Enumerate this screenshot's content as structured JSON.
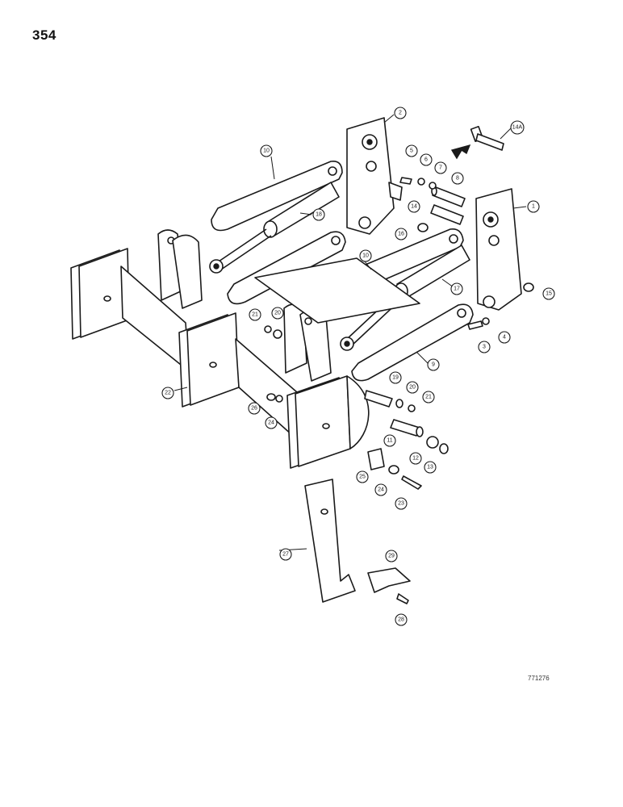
{
  "page_number": "354",
  "drawing_code": "771276",
  "callouts": [
    {
      "id": "c1",
      "label": "1"
    },
    {
      "id": "c2",
      "label": "2"
    },
    {
      "id": "c3",
      "label": "3"
    },
    {
      "id": "c4",
      "label": "4"
    },
    {
      "id": "c5",
      "label": "5"
    },
    {
      "id": "c6",
      "label": "6"
    },
    {
      "id": "c7",
      "label": "7"
    },
    {
      "id": "c8",
      "label": "8"
    },
    {
      "id": "c9",
      "label": "9"
    },
    {
      "id": "c10a",
      "label": "10"
    },
    {
      "id": "c10b",
      "label": "10"
    },
    {
      "id": "c11",
      "label": "11"
    },
    {
      "id": "c12",
      "label": "12"
    },
    {
      "id": "c13",
      "label": "13"
    },
    {
      "id": "c14",
      "label": "14"
    },
    {
      "id": "c14a",
      "label": "14A"
    },
    {
      "id": "c15",
      "label": "15"
    },
    {
      "id": "c16",
      "label": "16"
    },
    {
      "id": "c17",
      "label": "17"
    },
    {
      "id": "c18",
      "label": "18"
    },
    {
      "id": "c19",
      "label": "19"
    },
    {
      "id": "c20a",
      "label": "20"
    },
    {
      "id": "c20b",
      "label": "20"
    },
    {
      "id": "c21a",
      "label": "21"
    },
    {
      "id": "c21b",
      "label": "21"
    },
    {
      "id": "c22",
      "label": "22"
    },
    {
      "id": "c23",
      "label": "23"
    },
    {
      "id": "c24a",
      "label": "24"
    },
    {
      "id": "c24b",
      "label": "24"
    },
    {
      "id": "c25",
      "label": "25"
    },
    {
      "id": "c26",
      "label": "26"
    },
    {
      "id": "c27",
      "label": "27"
    },
    {
      "id": "c28",
      "label": "28"
    },
    {
      "id": "c29",
      "label": "29"
    }
  ]
}
